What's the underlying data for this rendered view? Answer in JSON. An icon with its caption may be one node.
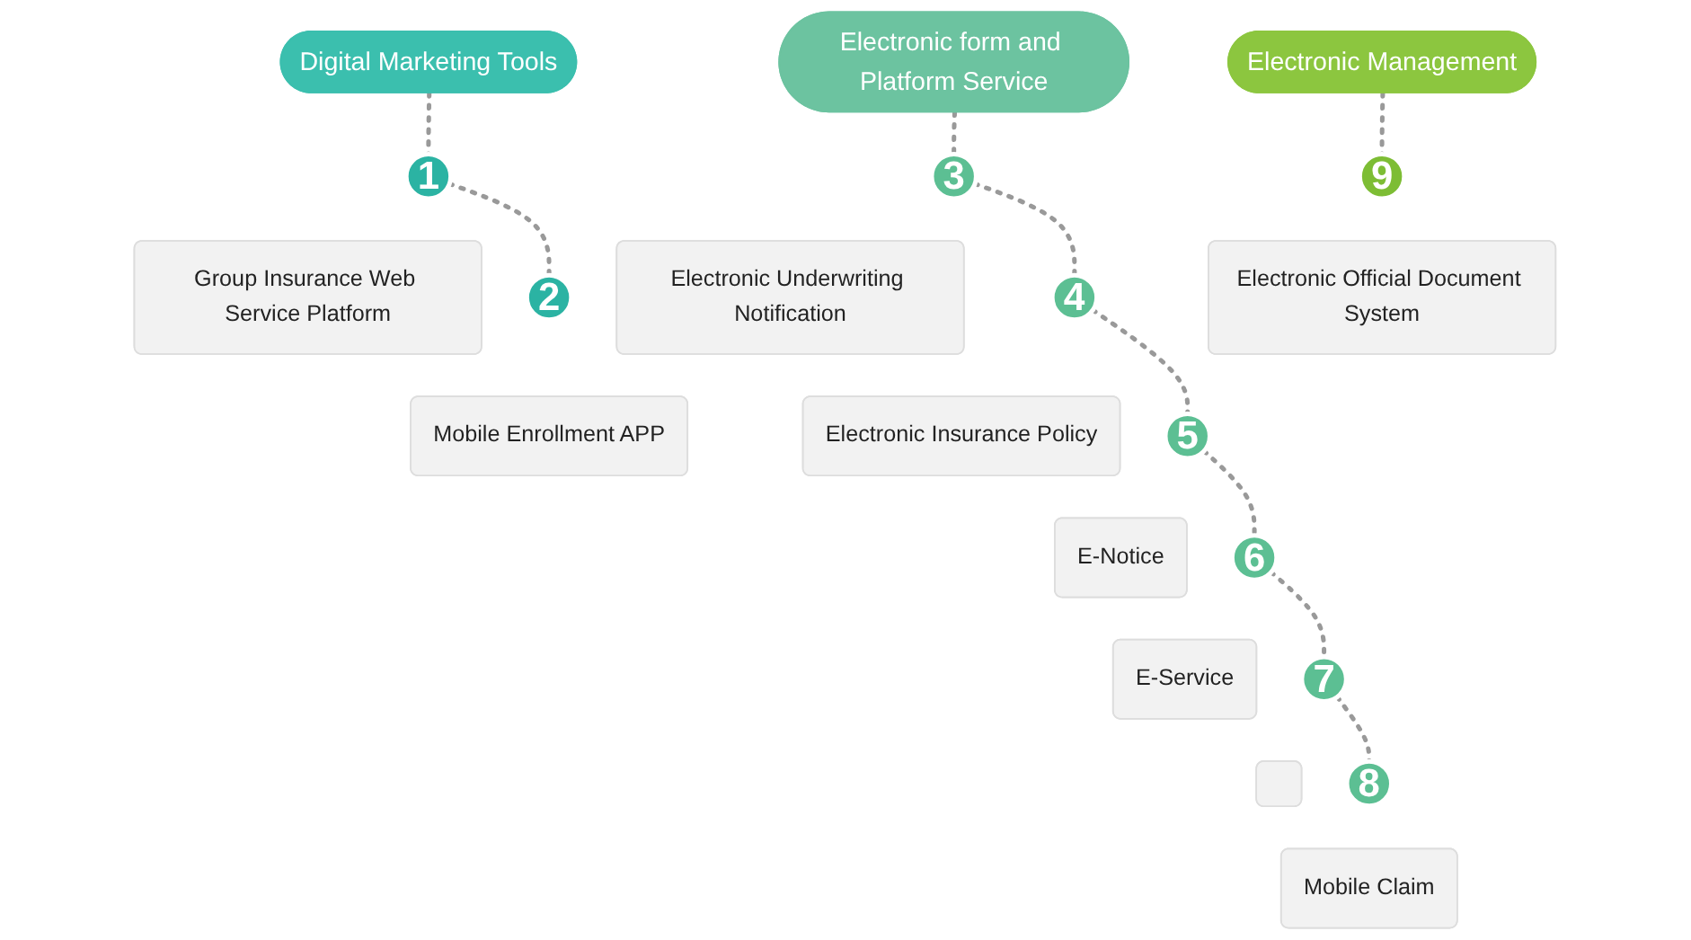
{
  "diagram": {
    "nodes": [
      {
        "text": [
          "Digital Marketing Tools"
        ]
      },
      {
        "text": [
          "1"
        ]
      },
      {
        "text": [
          "Group Insurance Web Service Platform"
        ]
      },
      {
        "text": [
          "2"
        ]
      },
      {
        "text": [
          "Mobile Enrollment APP"
        ]
      },
      {
        "text": [
          "Electronic form and Platform Service"
        ]
      },
      {
        "text": [
          "3"
        ]
      },
      {
        "text": [
          "Electronic Underwriting Notification"
        ]
      },
      {
        "text": [
          "4"
        ]
      },
      {
        "text": [
          "Electronic Insurance Policy"
        ]
      },
      {
        "text": [
          "5"
        ]
      },
      {
        "text": [
          "E-Notice"
        ]
      },
      {
        "text": [
          "6"
        ]
      },
      {
        "text": [
          "E-Service"
        ]
      },
      {
        "text": [
          "7"
        ]
      },
      {
        "text": [],
        "shape": "box"
      },
      {
        "text": [
          "8"
        ]
      },
      {
        "text": [
          "Mobile Claim"
        ]
      },
      {
        "text": [
          "Electronic  Management"
        ]
      },
      {
        "text": [
          "9"
        ]
      },
      {
        "text": [
          "Electronic Official Document System"
        ]
      }
    ],
    "edges": [
      {
        "from": 0,
        "to": 1,
        "arrow": "none",
        "style": "dashed"
      },
      {
        "from": 1,
        "to": 3,
        "arrow": "none",
        "style": "dashed"
      },
      {
        "from": 5,
        "to": 6,
        "arrow": "none",
        "style": "dashed"
      },
      {
        "from": 6,
        "to": 8,
        "arrow": "none",
        "style": "dashed"
      },
      {
        "from": 8,
        "to": 10,
        "arrow": "none",
        "style": "dashed"
      },
      {
        "from": 10,
        "to": 12,
        "arrow": "none",
        "style": "dashed"
      },
      {
        "from": 12,
        "to": 14,
        "arrow": "none",
        "style": "dashed"
      },
      {
        "from": 14,
        "to": 16,
        "arrow": "none",
        "style": "dashed"
      },
      {
        "from": 18,
        "to": 19,
        "arrow": "none",
        "style": "dashed"
      }
    ]
  }
}
